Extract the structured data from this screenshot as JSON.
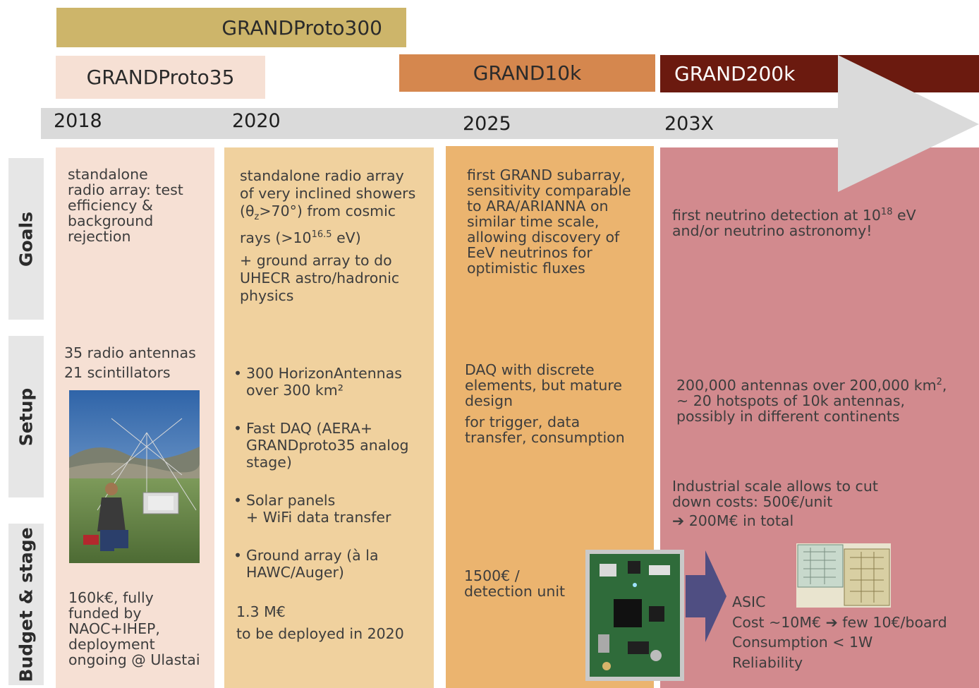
{
  "phases": {
    "proto300": "GRANDProto300",
    "proto35": "GRANDProto35",
    "g10k": "GRAND10k",
    "g200k": "GRAND200k"
  },
  "years": [
    "2018",
    "2020",
    "2025",
    "203X"
  ],
  "rows": {
    "goals": "Goals",
    "setup": "Setup",
    "budget": "Budget & stage"
  },
  "col1": {
    "goals": "standalone\nradio array: test\nefficiency &\nbackground\nrejection",
    "setup": "35 radio antennas\n21 scintillators",
    "budget": "160k€, fully\nfunded by\nNAOC+IHEP,\ndeployment\nongoing @ Ulastai"
  },
  "col2": {
    "goals_a": "standalone radio array\nof very inclined showers\n(θ",
    "goals_a_sub": "z",
    "goals_b": ">70°) from cosmic\nrays (>10",
    "goals_b_sup": "16.5",
    "goals_c": " eV)",
    "goals2": "+ ground array to do\nUHECR astro/hadronic\nphysics",
    "setup_items": [
      "300 HorizonAntennas\nover 300 km²",
      "Fast DAQ (AERA+\nGRANDproto35 analog\nstage)",
      "Solar panels\n+ WiFi data transfer",
      "Ground array (à la\nHAWC/Auger)"
    ],
    "budget1": "1.3 M€",
    "budget2": "to be deployed in 2020"
  },
  "col3": {
    "goals": "first GRAND subarray,\nsensitivity comparable\nto ARA/ARIANNA on\nsimilar time scale,\nallowing discovery of\nEeV neutrinos for\noptimistic fluxes",
    "setup1": "DAQ with discrete\nelements, but mature\ndesign",
    "setup2": "for trigger, data\ntransfer, consumption",
    "budget": "1500€ /\ndetection unit"
  },
  "col4": {
    "goals_a": "first neutrino detection at 10",
    "goals_sup": "18",
    "goals_b": " eV\nand/or neutrino astronomy!",
    "setup_a": "200,000 antennas over 200,000 km",
    "setup_sup": "2",
    "setup_b": ",\n~ 20 hotspots of 10k antennas,\npossibly in different continents",
    "cost1": "Industrial scale allows to cut\ndown costs: 500€/unit",
    "cost2": "➔ 200M€ in total",
    "asic": "ASIC\nCost ~10M€ ➔ few 10€/board\nConsumption < 1W\nReliability"
  },
  "colors": {
    "proto300": "#cdb56a",
    "proto35": "#f6e0d4",
    "g10k": "#d5874e",
    "g200k": "#6b1a0f",
    "col1": "#f6e0d4",
    "col2": "#f0d19e",
    "col3": "#ebb46f",
    "col4": "#d28a8e",
    "timeline": "#dadada",
    "asic_arrow": "#4f4e82"
  }
}
